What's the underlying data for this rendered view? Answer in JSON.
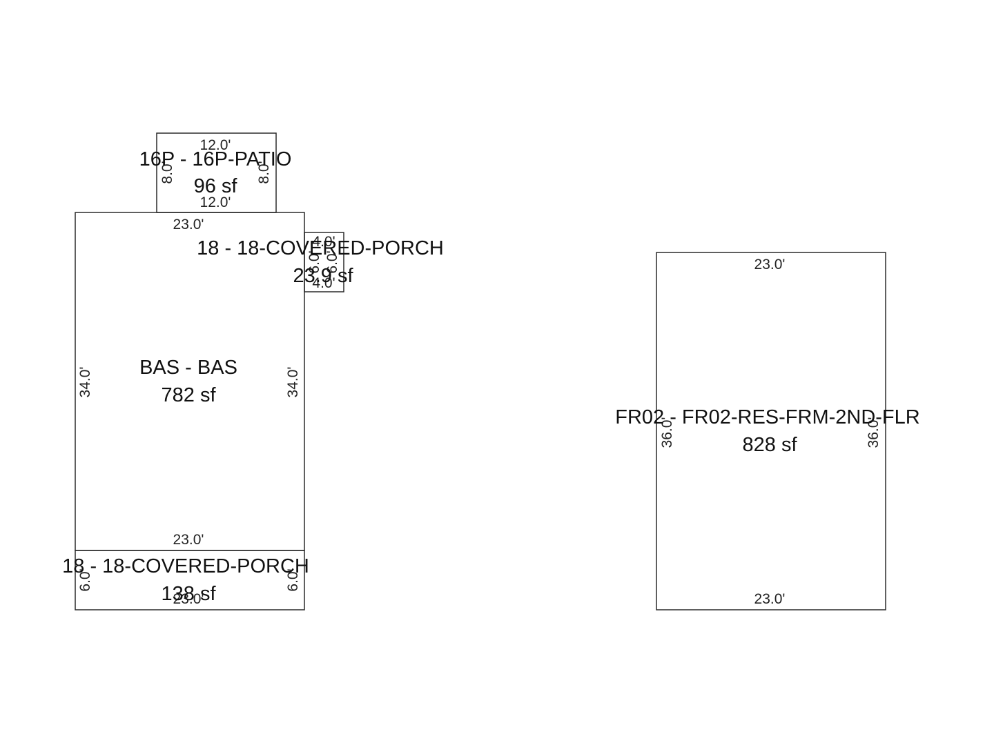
{
  "sketch": {
    "patio": {
      "name": "16P - 16P-PATIO",
      "area": "96 sf",
      "dim_top": "12.0'",
      "dim_bottom": "12.0'",
      "dim_left": "8.0'",
      "dim_right": "8.0'"
    },
    "bas": {
      "name": "BAS - BAS",
      "area": "782 sf",
      "dim_top": "23.0'",
      "dim_bottom": "23.0'",
      "dim_left": "34.0'",
      "dim_right": "34.0'"
    },
    "porch_small": {
      "name": "18 - 18-COVERED-PORCH",
      "area": "23.9 sf",
      "dim_top": "4.0'",
      "dim_bottom": "4.0'",
      "dim_left": "6.0'",
      "dim_right": "6.0'"
    },
    "porch_bottom": {
      "name": "18 - 18-COVERED-PORCH",
      "area": "138 sf",
      "dim_bottom": "23.0'",
      "dim_left": "6.0'",
      "dim_right": "6.0'"
    },
    "second_floor": {
      "name": "FR02 - FR02-RES-FRM-2ND-FLR",
      "area": "828 sf",
      "dim_top": "23.0'",
      "dim_bottom": "23.0'",
      "dim_left": "36.0'",
      "dim_right": "36.0'"
    }
  }
}
